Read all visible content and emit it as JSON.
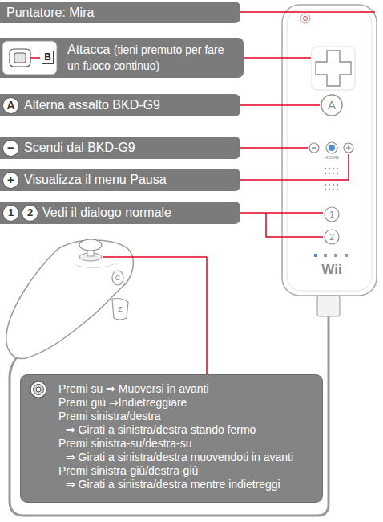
{
  "diagram": {
    "nodes": [
      {
        "text": [
          "Puntatore: Mira"
        ]
      },
      {
        "text": [
          "Attacca",
          "(tieni premuto per fare un fuoco continuo)"
        ]
      },
      {
        "text": [
          "Alterna assalto BKD-G9"
        ]
      },
      {
        "text": [
          "Scendi dal BKD-G9"
        ]
      },
      {
        "text": [
          "Visualizza il menu Pausa"
        ]
      },
      {
        "text": [
          "Vedi il dialogo normale"
        ]
      },
      {
        "text": [
          "Premi su ⇒ Muoversi in avanti",
          "Premi giù ⇒Indietreggiare",
          "Premi sinistra/destra ⇒ Girati a sinistra/destra stando fermo",
          "Premi sinistra-su/destra-su ⇒ Girati a sinistra/destra muovendoti in avanti",
          "Premi sinistra-giù/destra-giù ⇒ Girati a sinistra/destra mentre indietreggi"
        ]
      }
    ],
    "labels": [
      "B",
      "A",
      "−",
      "+",
      "1",
      "2",
      "A",
      "HOME",
      "1",
      "2",
      "Wii",
      "C",
      "Z"
    ]
  }
}
